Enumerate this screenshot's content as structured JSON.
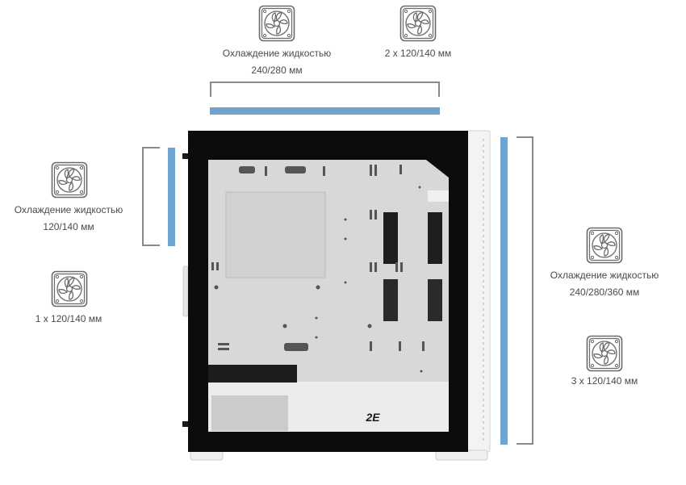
{
  "brand_logo": "2E",
  "colors": {
    "accent_bar": "#6fa3d0",
    "bracket": "#8a8a8a",
    "case_frame": "#0c0c0c",
    "case_white": "#f3f3f3",
    "interior": "#d6d8da",
    "icon_stroke": "#6a6a6a"
  },
  "top": {
    "radiator": {
      "icon": "fan-icon",
      "line1": "Охлаждение жидкостью",
      "line2": "240/280 мм"
    },
    "fans": {
      "icon": "fan-icon",
      "line1": "2 x 120/140 мм"
    }
  },
  "rear": {
    "radiator": {
      "icon": "fan-icon",
      "line1": "Охлаждение жидкостью",
      "line2": "120/140 мм"
    },
    "fans": {
      "icon": "fan-icon",
      "line1": "1 x 120/140 мм"
    }
  },
  "front": {
    "radiator": {
      "icon": "fan-icon",
      "line1": "Охлаждение жидкостью",
      "line2": "240/280/360 мм"
    },
    "fans": {
      "icon": "fan-icon",
      "line1": "3 x 120/140 мм"
    }
  }
}
